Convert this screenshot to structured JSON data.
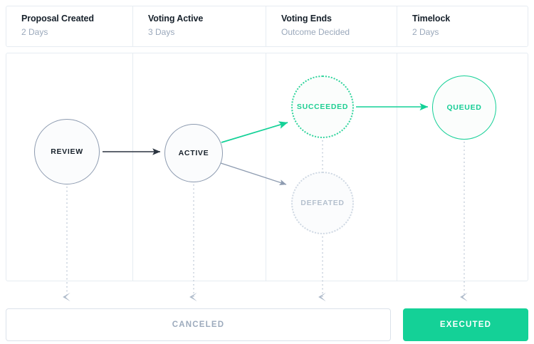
{
  "timeline": {
    "columns": [
      {
        "title": "Proposal Created",
        "subtitle": "2 Days"
      },
      {
        "title": "Voting Active",
        "subtitle": "3 Days"
      },
      {
        "title": "Voting Ends",
        "subtitle": "Outcome Decided"
      },
      {
        "title": "Timelock",
        "subtitle": "2 Days"
      }
    ]
  },
  "diagram": {
    "nodes": [
      {
        "id": "review",
        "label": "REVIEW",
        "style": "solid-gray"
      },
      {
        "id": "active",
        "label": "ACTIVE",
        "style": "solid-gray"
      },
      {
        "id": "succeeded",
        "label": "SUCCEEDED",
        "style": "dotted-green"
      },
      {
        "id": "defeated",
        "label": "DEFEATED",
        "style": "dotted-gray"
      },
      {
        "id": "queued",
        "label": "QUEUED",
        "style": "solid-green"
      }
    ],
    "edges": [
      {
        "from": "review",
        "to": "active",
        "style": "solid-dark"
      },
      {
        "from": "active",
        "to": "succeeded",
        "style": "solid-green"
      },
      {
        "from": "active",
        "to": "defeated",
        "style": "solid-gray"
      },
      {
        "from": "succeeded",
        "to": "queued",
        "style": "solid-green"
      },
      {
        "from": "review",
        "to": "canceled",
        "style": "dotted-gray"
      },
      {
        "from": "active",
        "to": "canceled",
        "style": "dotted-gray"
      },
      {
        "from": "defeated",
        "to": "canceled",
        "style": "dotted-gray"
      },
      {
        "from": "queued",
        "to": "executed",
        "style": "dotted-gray"
      }
    ]
  },
  "footer": {
    "canceled_label": "CANCELED",
    "executed_label": "EXECUTED"
  },
  "colors": {
    "green": "#14d197",
    "green_dotted": "#2fd49c",
    "gray_border": "#8d9bb0",
    "gray_muted": "#b4c0ce",
    "panel_border": "#e6ecf2",
    "dark_arrow": "#2b3440",
    "subtitle": "#9aa8bb"
  }
}
